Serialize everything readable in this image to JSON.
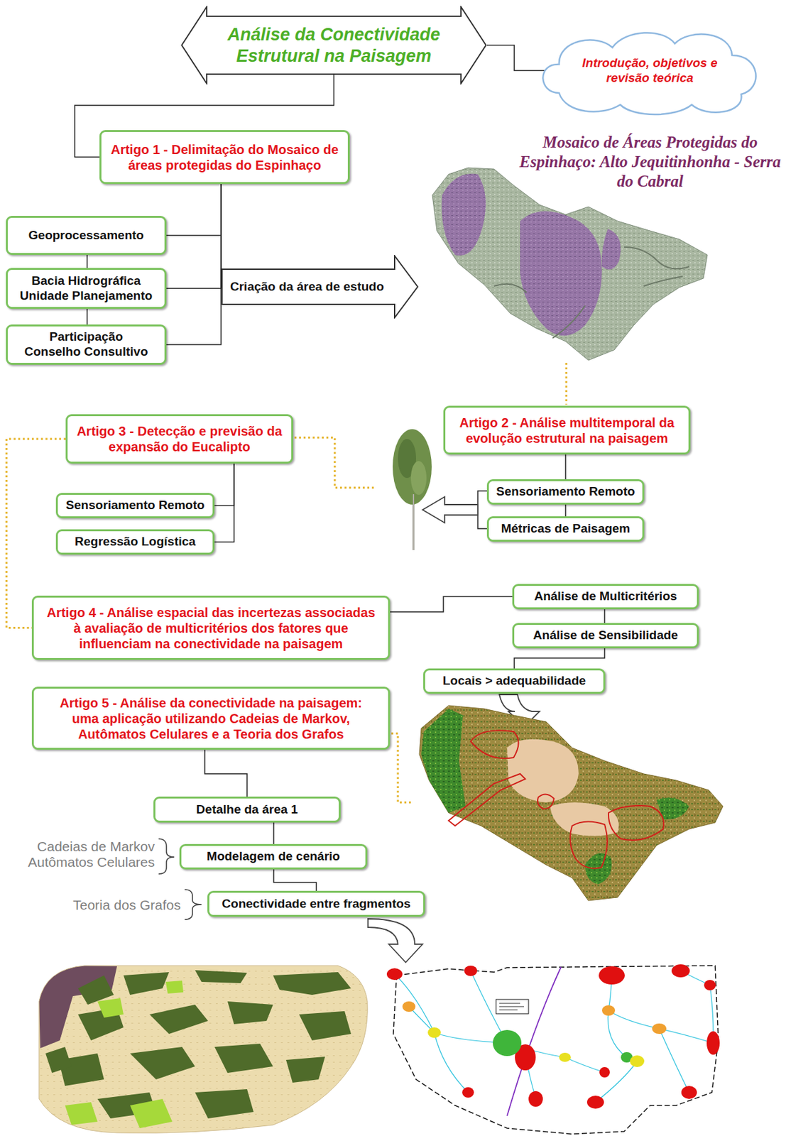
{
  "diagram": {
    "nodes": [
      {
        "text": [
          "Análise da Conectividade Estrutural na Paisagem"
        ]
      },
      {
        "text": [
          "Introdução, objetivos e revisão teórica"
        ]
      },
      {
        "text": [
          "Artigo 1 - Delimitação do Mosaico de áreas protegidas do Espinhaço"
        ]
      },
      {
        "text": [
          "Geoprocessamento"
        ]
      },
      {
        "text": [
          "Bacia Hidrográfica Unidade Planejamento"
        ]
      },
      {
        "text": [
          "Participação Conselho Consultivo"
        ]
      },
      {
        "text": [
          "Criação da área de estudo"
        ]
      },
      {
        "text": [
          "Artigo 2 - Análise multitemporal da evolução estrutural na paisagem"
        ]
      },
      {
        "text": [
          "Sensoriamento Remoto"
        ]
      },
      {
        "text": [
          "Métricas de Paisagem"
        ]
      },
      {
        "text": [
          "Artigo 3 - Detecção e previsão da expansão do Eucalipto"
        ]
      },
      {
        "text": [
          "Sensoriamento Remoto"
        ]
      },
      {
        "text": [
          "Regressão Logística"
        ]
      },
      {
        "text": [
          "Artigo 4 - Análise espacial das incertezas associadas à avaliação de multicritérios dos fatores que influenciam na conectividade na paisagem"
        ]
      },
      {
        "text": [
          "Análise de Multicritérios"
        ]
      },
      {
        "text": [
          "Análise de Sensibilidade"
        ]
      },
      {
        "text": [
          "Locais > adequabilidade"
        ]
      },
      {
        "text": [
          "Artigo 5 - Análise da conectividade na paisagem: uma aplicação utilizando Cadeias de Markov, Autômatos Celulares e a Teoria dos Grafos"
        ]
      },
      {
        "text": [
          "Detalhe da área 1"
        ]
      },
      {
        "text": [
          "Modelagem de cenário"
        ]
      },
      {
        "text": [
          "Conectividade entre fragmentos"
        ]
      }
    ],
    "edges": [
      {
        "from": 0,
        "to": 2,
        "arrow": "none"
      },
      {
        "from": 0,
        "to": 1,
        "arrow": "none"
      },
      {
        "from": 2,
        "to": 3,
        "arrow": "none"
      },
      {
        "from": 2,
        "to": 4,
        "arrow": "none"
      },
      {
        "from": 2,
        "to": 5,
        "arrow": "none"
      },
      {
        "from": 2,
        "to": 6,
        "arrow": "none"
      },
      {
        "from": 3,
        "to": 4,
        "arrow": "none"
      },
      {
        "from": 4,
        "to": 5,
        "arrow": "none"
      },
      {
        "from": 7,
        "to": 8,
        "arrow": "none"
      },
      {
        "from": 8,
        "to": 9,
        "arrow": "none"
      },
      {
        "from": 10,
        "to": 11,
        "arrow": "none"
      },
      {
        "from": 10,
        "to": 12,
        "arrow": "none"
      },
      {
        "from": 10,
        "to": 13,
        "arrow": "none"
      },
      {
        "from": 13,
        "to": 14,
        "arrow": "none"
      },
      {
        "from": 14,
        "to": 15,
        "arrow": "none"
      },
      {
        "from": 15,
        "to": 16,
        "arrow": "none"
      },
      {
        "from": 17,
        "to": 18,
        "arrow": "none"
      },
      {
        "from": 18,
        "to": 19,
        "arrow": "none"
      },
      {
        "from": 19,
        "to": 20,
        "arrow": "none"
      }
    ],
    "labels": [
      "Mosaico de Áreas Protegidas do Espinhaço: Alto Jequitinhonha - Serra do Cabral",
      "Cadeias de Markov Autômatos Celulares",
      "Teoria dos Grafos"
    ]
  }
}
